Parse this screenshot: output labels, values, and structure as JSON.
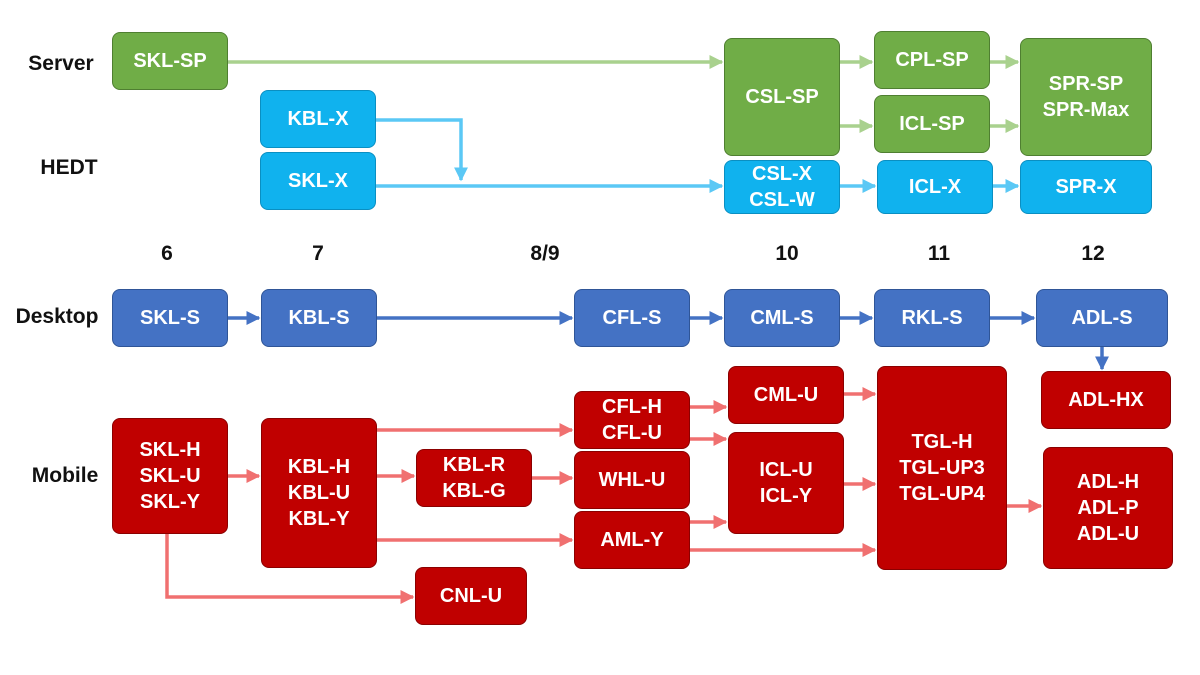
{
  "rows": {
    "server": "Server",
    "hedt": "HEDT",
    "desktop": "Desktop",
    "mobile": "Mobile"
  },
  "generations": [
    "6",
    "7",
    "8/9",
    "10",
    "11",
    "12"
  ],
  "colors": {
    "server": "#70ad47",
    "server_arrow": "#a9d18e",
    "hedt": "#10b2ee",
    "hedt_arrow": "#5bc8f5",
    "desktop": "#4472c4",
    "desktop_arrow": "#4472c4",
    "mobile": "#c00000",
    "mobile_arrow": "#f07070"
  },
  "boxes": {
    "skl_sp": [
      "SKL-SP"
    ],
    "csl_sp": [
      "CSL-SP"
    ],
    "cpl_sp": [
      "CPL-SP"
    ],
    "icl_sp": [
      "ICL-SP"
    ],
    "spr_sp": [
      "SPR-SP",
      "SPR-Max"
    ],
    "kbl_x": [
      "KBL-X"
    ],
    "skl_x": [
      "SKL-X"
    ],
    "csl_x": [
      "CSL-X",
      "CSL-W"
    ],
    "icl_x": [
      "ICL-X"
    ],
    "spr_x": [
      "SPR-X"
    ],
    "skl_s": [
      "SKL-S"
    ],
    "kbl_s": [
      "KBL-S"
    ],
    "cfl_s": [
      "CFL-S"
    ],
    "cml_s": [
      "CML-S"
    ],
    "rkl_s": [
      "RKL-S"
    ],
    "adl_s": [
      "ADL-S"
    ],
    "skl_m": [
      "SKL-H",
      "SKL-U",
      "SKL-Y"
    ],
    "kbl_m": [
      "KBL-H",
      "KBL-U",
      "KBL-Y"
    ],
    "kbl_rg": [
      "KBL-R",
      "KBL-G"
    ],
    "cnl_u": [
      "CNL-U"
    ],
    "cfl_m": [
      "CFL-H",
      "CFL-U"
    ],
    "whl_u": [
      "WHL-U"
    ],
    "aml_y": [
      "AML-Y"
    ],
    "cml_u": [
      "CML-U"
    ],
    "icl_m": [
      "ICL-U",
      "ICL-Y"
    ],
    "tgl": [
      "TGL-H",
      "TGL-UP3",
      "TGL-UP4"
    ],
    "adl_hx": [
      "ADL-HX"
    ],
    "adl_m": [
      "ADL-H",
      "ADL-P",
      "ADL-U"
    ]
  }
}
